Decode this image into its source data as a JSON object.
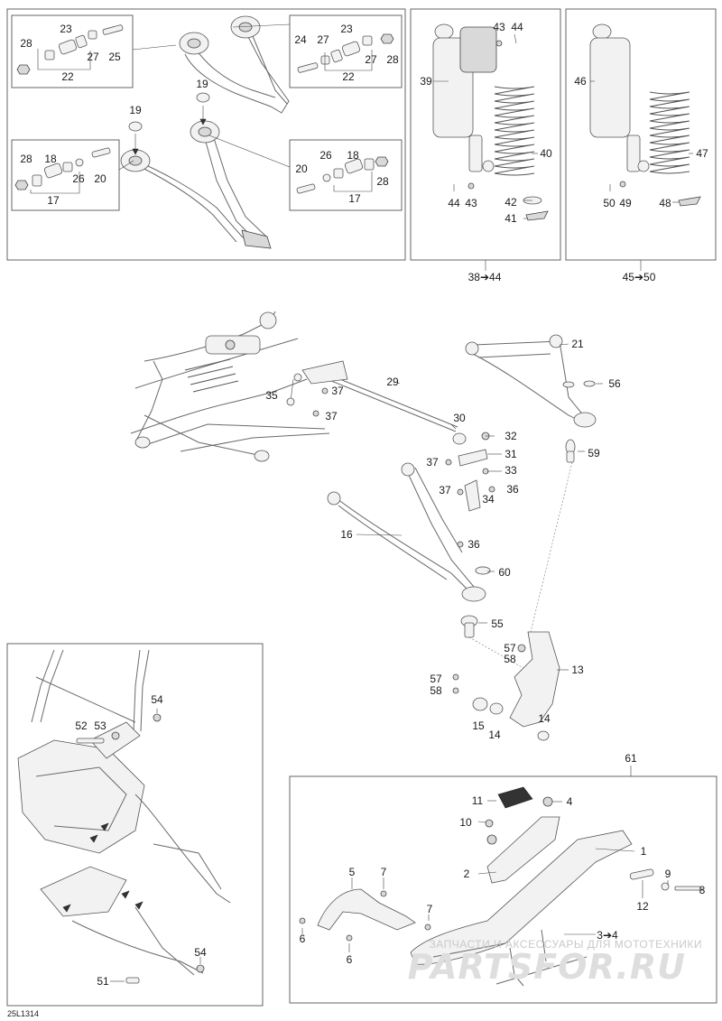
{
  "diagram_id": "25L1314",
  "watermark": {
    "tagline": "ЗАПЧАСТИ И АКСЕССУАРЫ ДЛЯ МОТОТЕХНИКИ",
    "brand": "PARTSFOR.RU"
  },
  "callouts": {
    "c1": "1",
    "c2": "2",
    "c3to4": "3➔4",
    "c4": "4",
    "c5": "5",
    "c6a": "6",
    "c6b": "6",
    "c7a": "7",
    "c7b": "7",
    "c8": "8",
    "c9": "9",
    "c10": "10",
    "c11": "11",
    "c12": "12",
    "c13": "13",
    "c14a": "14",
    "c14b": "14",
    "c15": "15",
    "c16": "16",
    "c17a": "17",
    "c17b": "17",
    "c18a": "18",
    "c18b": "18",
    "c19a": "19",
    "c19b": "19",
    "c20a": "20",
    "c20b": "20",
    "c21": "21",
    "c22a": "22",
    "c22b": "22",
    "c23a": "23",
    "c23b": "23",
    "c24": "24",
    "c25": "25",
    "c26a": "26",
    "c26b": "26",
    "c27a": "27",
    "c27b": "27",
    "c28a": "28",
    "c28b": "28",
    "c28c": "28",
    "c28d": "28",
    "c29": "29",
    "c30": "30",
    "c31": "31",
    "c32": "32",
    "c33": "33",
    "c34": "34",
    "c35": "35",
    "c36a": "36",
    "c36b": "36",
    "c37a": "37",
    "c37b": "37",
    "c37c": "37",
    "c37d": "37",
    "c38to44": "38➔44",
    "c39": "39",
    "c40": "40",
    "c41": "41",
    "c42": "42",
    "c43a": "43",
    "c43b": "43",
    "c44a": "44",
    "c44b": "44",
    "c45to50": "45➔50",
    "c46": "46",
    "c47": "47",
    "c48": "48",
    "c49": "49",
    "c50": "50",
    "c51": "51",
    "c52": "52",
    "c53": "53",
    "c54a": "54",
    "c54b": "54",
    "c55": "55",
    "c56": "56",
    "c57a": "57",
    "c57b": "57",
    "c58a": "58",
    "c58b": "58",
    "c59": "59",
    "c60": "60",
    "c61": "61"
  }
}
